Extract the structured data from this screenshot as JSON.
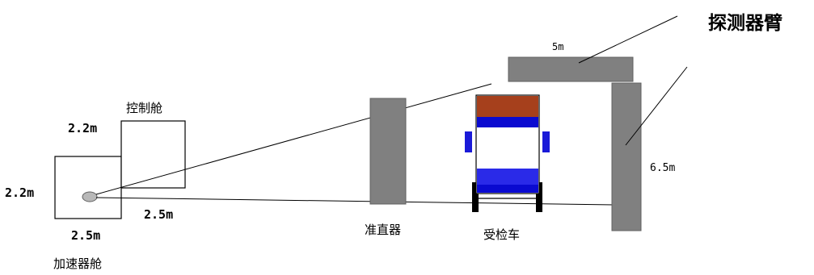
{
  "labels": {
    "detector_arm": "探测器臂",
    "arm_width": "5m",
    "arm_height": "6.5m",
    "control_cabin": "控制舱",
    "control_dim_top": "2.2m",
    "accelerator_dim_left": "2.2m",
    "accelerator_dim_bottom": "2.5m",
    "control_dim_bottom": "2.5m",
    "accelerator_cabin": "加速器舱",
    "collimator": "准直器",
    "inspected_vehicle": "受检车"
  },
  "colors": {
    "outline": "#000000",
    "gray_fill": "#808080",
    "vehicle_red": "#a6401c",
    "vehicle_blue": "#0a0ad0",
    "vehicle_blue_light": "#2a2ae8",
    "background": "#ffffff"
  }
}
